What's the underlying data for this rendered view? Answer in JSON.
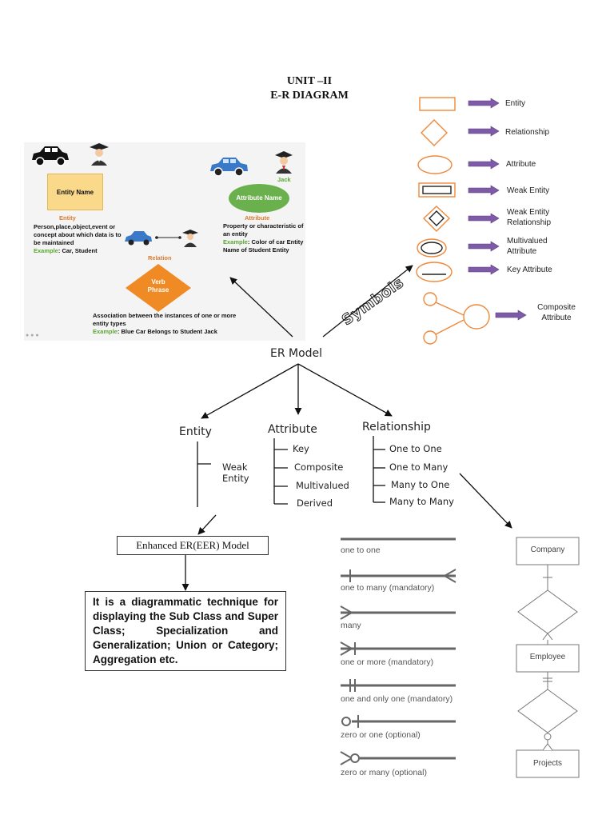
{
  "title": {
    "unit": "UNIT –II",
    "heading": "E-R DIAGRAM"
  },
  "concept_panel": {
    "entity_box": "Entity Name",
    "entity_label": "Entity",
    "entity_desc": "Person,place,object,event or concept about which data is to be maintained",
    "entity_example_label": "Example",
    "entity_example": ": Car, Student",
    "attribute_person": "Jack",
    "attribute_ellipse": "Attribute Name",
    "attribute_label": "Attribute",
    "attribute_desc": "Property or characteristic of an entity",
    "attribute_example_label": "Example",
    "attribute_example": ": Color of car Entity Name of Student Entity",
    "relation_label": "Relation",
    "relation_diamond": "Verb Phrase",
    "relation_desc": "Association between the instances of one or more entity types",
    "relation_example_label": "Example",
    "relation_example": ": Blue Car Belongs to Student Jack",
    "colors": {
      "entity_fill": "#fbd98a",
      "attr_fill": "#6ab04c",
      "rel_fill": "#f08a24",
      "car_black": "#111111",
      "car_blue": "#3a78c8"
    }
  },
  "symbols": {
    "rotated_label": "Symbols",
    "items": [
      "Entity",
      "Relationship",
      "Attribute",
      "Weak Entity",
      "Weak Entity Relationship",
      "Multivalued Attribute",
      "Key Attribute",
      "Composite Attribute"
    ],
    "colors": {
      "shape_stroke": "#f0883a",
      "arrow": "#7d5ba6"
    }
  },
  "er_model": {
    "root": "ER Model",
    "entity": {
      "label": "Entity",
      "children": [
        "Weak Entity"
      ]
    },
    "attribute": {
      "label": "Attribute",
      "children": [
        "Key",
        "Composite",
        "Multivalued",
        "Derived"
      ]
    },
    "relationship": {
      "label": "Relationship",
      "children": [
        "One to One",
        "One to Many",
        "Many to One",
        "Many to Many"
      ]
    }
  },
  "eer": {
    "title": "Enhanced ER(EER) Model",
    "description": "It is a diagrammatic technique for displaying the Sub Class and Super Class; Specialization and Generalization; Union or Category; Aggregation etc."
  },
  "cardinality": {
    "items": [
      "one to one",
      "one to many (mandatory)",
      "many",
      "one or more (mandatory)",
      "one and only one (mandatory)",
      "zero or one (optional)",
      "zero or many (optional)"
    ]
  },
  "example_chain": {
    "entities": [
      "Company",
      "Employee",
      "Projects"
    ]
  }
}
